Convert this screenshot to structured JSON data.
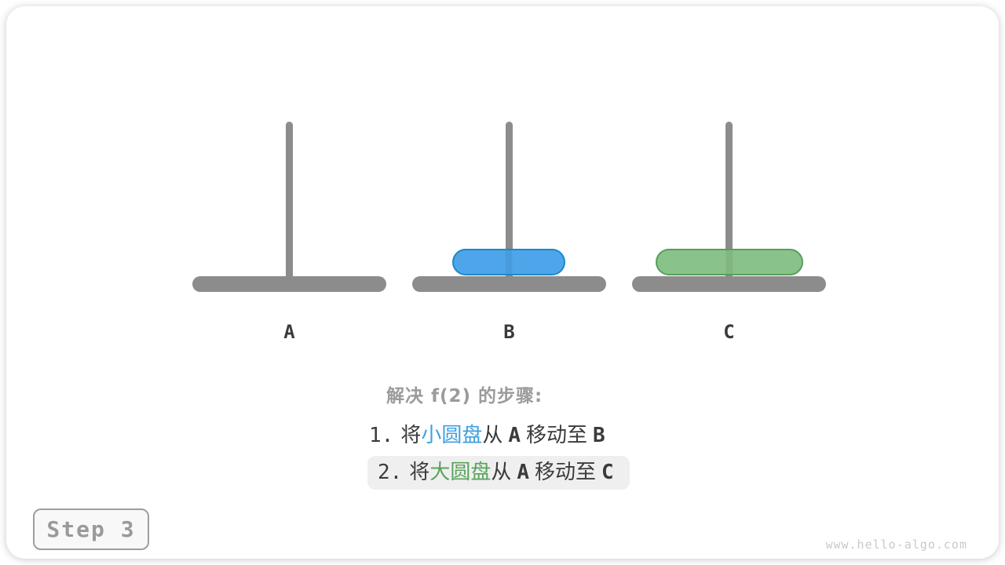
{
  "figure": {
    "step_badge": "Step 3",
    "watermark": "www.hello-algo.com"
  },
  "pegs": [
    {
      "label": "A"
    },
    {
      "label": "B"
    },
    {
      "label": "C"
    }
  ],
  "disks": [
    {
      "name": "small-disk",
      "fill": "#4da6ea",
      "border": "#1e88c9",
      "text_color": "#3da0e0",
      "on_peg": "B"
    },
    {
      "name": "large-disk",
      "fill": "#8ac28c",
      "border": "#55a058",
      "text_color": "#57a45b",
      "on_peg": "C"
    }
  ],
  "steps": {
    "title": "解决 f(2) 的步骤:",
    "items": [
      {
        "num": "1.",
        "action_pre": "将",
        "disk_name": "小圆盘",
        "action_mid": "从",
        "from": "A",
        "action_move": "移动至",
        "to": "B",
        "highlighted": false
      },
      {
        "num": "2.",
        "action_pre": "将",
        "disk_name": "大圆盘",
        "action_mid": "从",
        "from": "A",
        "action_move": "移动至",
        "to": "C",
        "highlighted": true
      }
    ]
  },
  "colors": {
    "peg": "#8c8c8c",
    "label_text": "#3b3b3b",
    "title_text": "#9b9b9b",
    "highlight_bg": "#efefef",
    "badge_text": "#9a9a9a",
    "badge_border": "#9e9e9e",
    "watermark_text": "#c9c9c9"
  }
}
